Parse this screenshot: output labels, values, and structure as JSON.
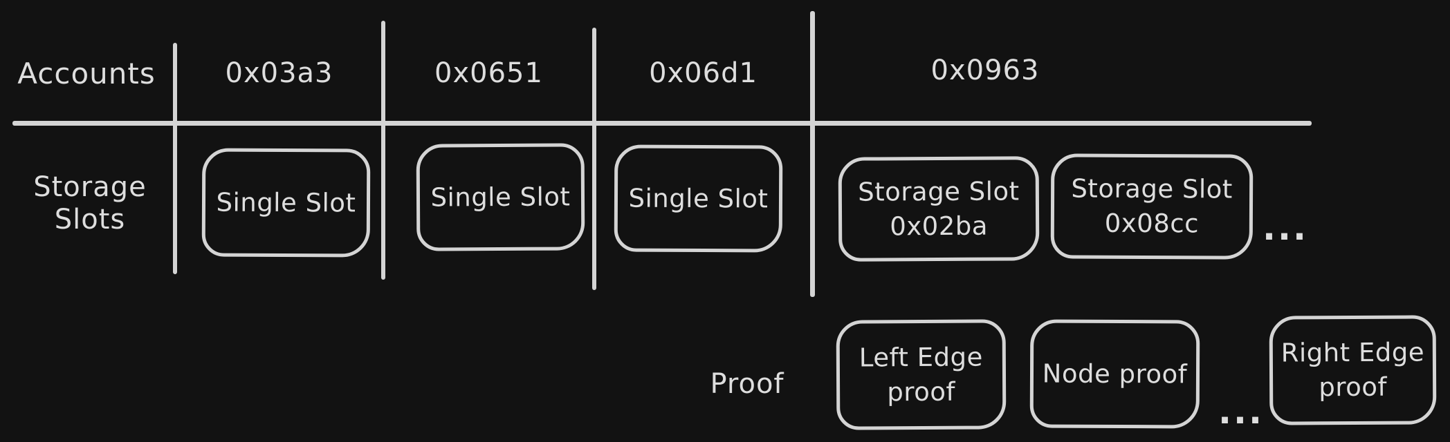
{
  "canvas": {
    "background_color": "#121212",
    "stroke_color": "#d4d4d4",
    "text_color": "#dedede"
  },
  "header": {
    "row_label": "Accounts",
    "accounts": [
      "0x03a3",
      "0x0651",
      "0x06d1",
      "0x0963"
    ]
  },
  "storage": {
    "row_label": "Storage\nSlots",
    "slots": [
      {
        "label": "Single Slot"
      },
      {
        "label": "Single Slot"
      },
      {
        "label": "Single Slot"
      },
      {
        "label": "Storage Slot\n0x02ba"
      },
      {
        "label": "Storage Slot\n0x08cc"
      }
    ],
    "ellipsis": "..."
  },
  "proof": {
    "row_label": "Proof",
    "boxes": [
      {
        "label": "Left Edge\nproof"
      },
      {
        "label": "Node proof"
      },
      {
        "label": "Right Edge\nproof"
      }
    ],
    "ellipsis": "..."
  }
}
